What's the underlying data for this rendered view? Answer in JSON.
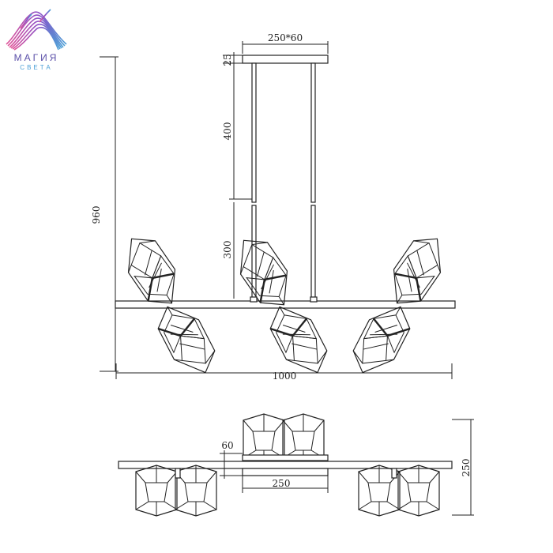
{
  "logo": {
    "name": "МАГИЯ",
    "sub": "СВЕТА",
    "colors": [
      "#e0569a",
      "#8a4fc8",
      "#4a9fd6"
    ]
  },
  "front_view": {
    "canopy_dim": "250*60",
    "canopy_height": "25",
    "rod_upper": "400",
    "rod_lower": "300",
    "total_height": "960",
    "bar_width": "1000"
  },
  "top_view": {
    "bar_offset": "60",
    "canopy_width": "250",
    "depth": "250"
  },
  "colors": {
    "line": "#222222",
    "background": "#ffffff"
  }
}
